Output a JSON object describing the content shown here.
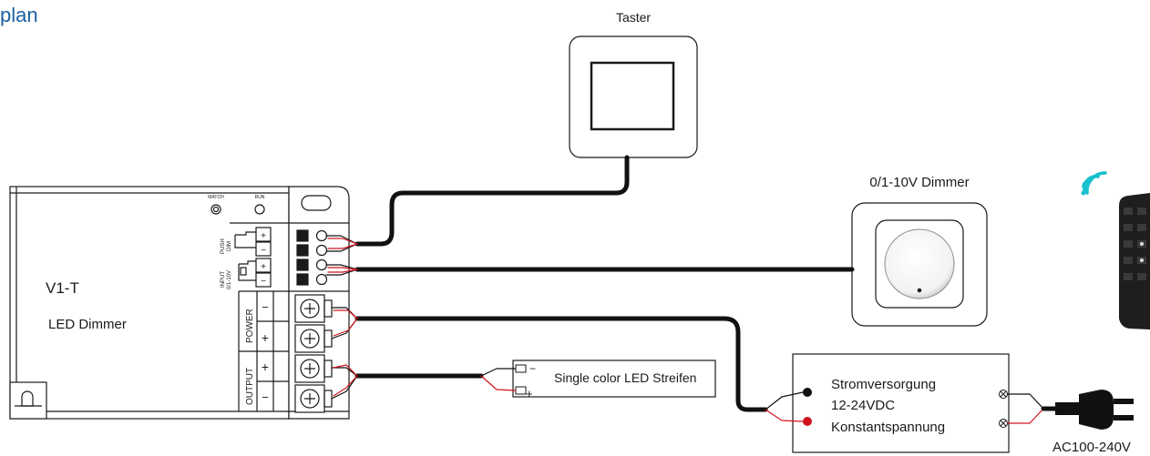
{
  "heading": "plan",
  "controller": {
    "model": "V1-T",
    "subtitle": "LED Dimmer",
    "match_label": "MATCH",
    "run_label": "RUN",
    "push_dim_label_1": "PUSH",
    "push_dim_label_2": "DIM",
    "input_label_1": "INPUT",
    "input_label_2": "0/1-10V",
    "power_label": "POWER",
    "output_label": "OUTPUT",
    "plus": "+",
    "minus": "−"
  },
  "taster": {
    "label": "Taster"
  },
  "dimmer": {
    "label": "0/1-10V Dimmer"
  },
  "led_strip": {
    "label": "Single color LED Streifen",
    "minus": "−",
    "plus": "+"
  },
  "psu": {
    "line1": "Stromversorgung",
    "line2": "12-24VDC",
    "line3": "Konstantspannung"
  },
  "mains": {
    "label": "AC100-240V"
  },
  "colors": {
    "heading": "#1a5fa0",
    "line": "#1a1a1a",
    "wire": "#111111",
    "red": "#d0141e",
    "wifi": "#17c0cf",
    "remote": "#1e1e1e"
  }
}
